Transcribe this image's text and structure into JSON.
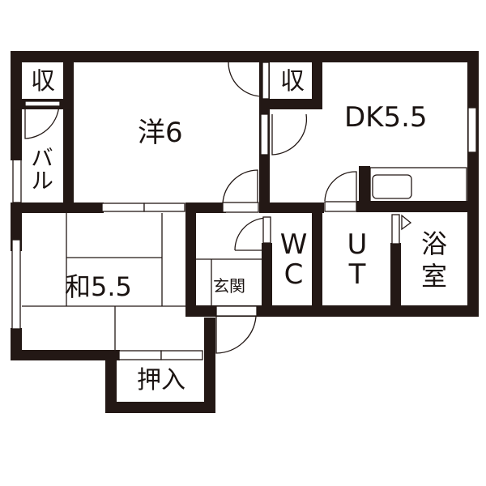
{
  "floor_plan": {
    "wall_color": "#231815",
    "background": "#ffffff",
    "rooms": [
      {
        "id": "western-room",
        "label": "洋6",
        "type": "Western-style room",
        "size_jo": 6
      },
      {
        "id": "dining-kitchen",
        "label": "DK5.5",
        "type": "Dining kitchen",
        "size_jo": 5.5
      },
      {
        "id": "japanese-room",
        "label": "和5.5",
        "type": "Japanese-style tatami room",
        "size_jo": 5.5
      },
      {
        "id": "closet-left",
        "label": "収",
        "type": "Storage"
      },
      {
        "id": "closet-center",
        "label": "収",
        "type": "Storage"
      },
      {
        "id": "balcony",
        "label": "バル",
        "type": "Balcony"
      },
      {
        "id": "entrance",
        "label": "玄関",
        "type": "Entrance"
      },
      {
        "id": "toilet",
        "label": "WC",
        "type": "Toilet"
      },
      {
        "id": "utility",
        "label": "UT",
        "type": "Utility / washroom"
      },
      {
        "id": "bathroom",
        "label": "浴室",
        "type": "Bathroom"
      },
      {
        "id": "oshiire",
        "label": "押入",
        "type": "Futon closet"
      }
    ],
    "labels": {
      "western": "洋6",
      "dk": "DK5.5",
      "japanese": "和5.5",
      "closet_left": "収",
      "closet_center": "収",
      "balcony": "バル",
      "entrance": "玄関",
      "wc_1": "W",
      "wc_2": "C",
      "ut_1": "U",
      "ut_2": "T",
      "bath_1": "浴",
      "bath_2": "室",
      "oshiire": "押入"
    }
  }
}
